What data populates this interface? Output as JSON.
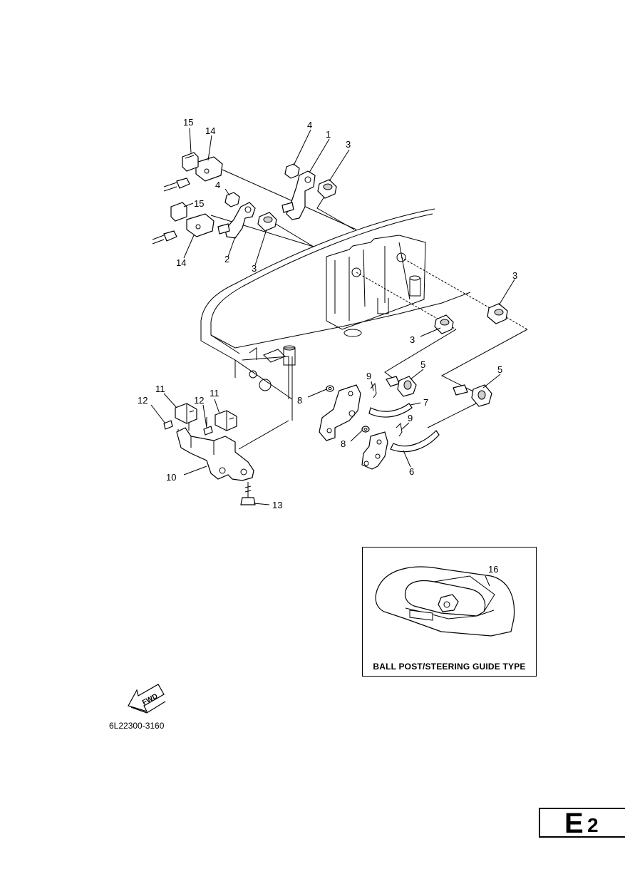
{
  "callouts": [
    "1",
    "2",
    "3",
    "4",
    "5",
    "6",
    "7",
    "8",
    "9",
    "10",
    "11",
    "12",
    "13",
    "14",
    "15",
    "16"
  ],
  "inset": {
    "caption": "BALL POST/STEERING GUIDE TYPE",
    "callout": "16"
  },
  "fwd_label": "FWD",
  "doc_code": "6L22300-3160",
  "page_tag": {
    "section": "E",
    "number": "2"
  }
}
